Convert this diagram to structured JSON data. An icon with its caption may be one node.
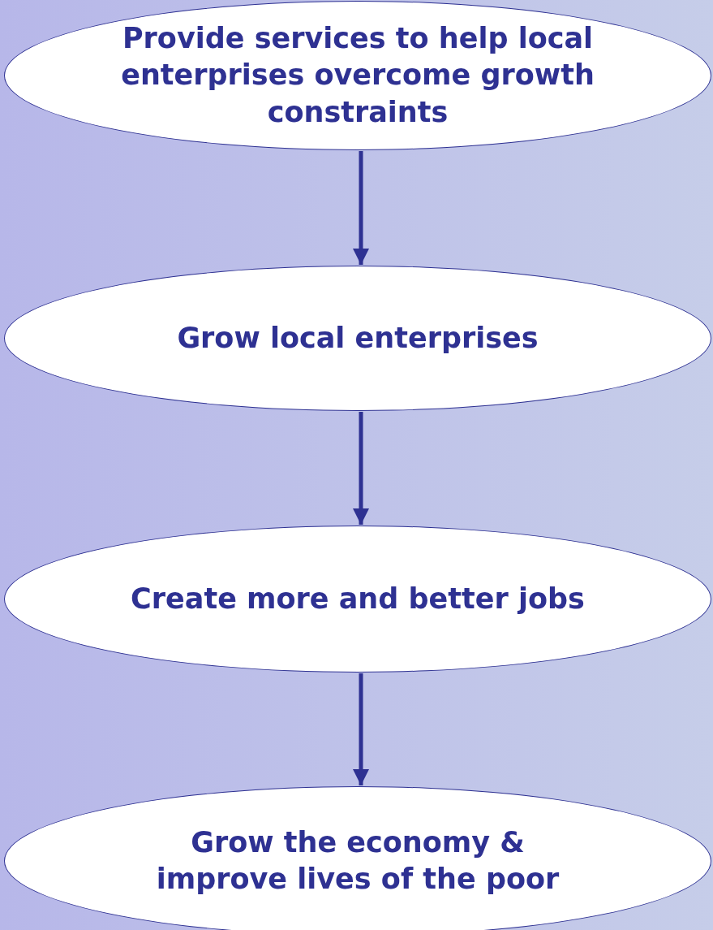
{
  "diagram": {
    "nodes": [
      {
        "text": [
          "Provide services to help local enterprises overcome growth constraints"
        ]
      },
      {
        "text": [
          "Grow local enterprises"
        ]
      },
      {
        "text": [
          "Create more and better jobs"
        ]
      },
      {
        "text": [
          "Grow the economy & improve lives of the poor"
        ]
      }
    ],
    "edges": [
      {
        "from": 0,
        "to": 1,
        "arrow": "to"
      },
      {
        "from": 1,
        "to": 2,
        "arrow": "to"
      },
      {
        "from": 2,
        "to": 3,
        "arrow": "to"
      }
    ]
  }
}
